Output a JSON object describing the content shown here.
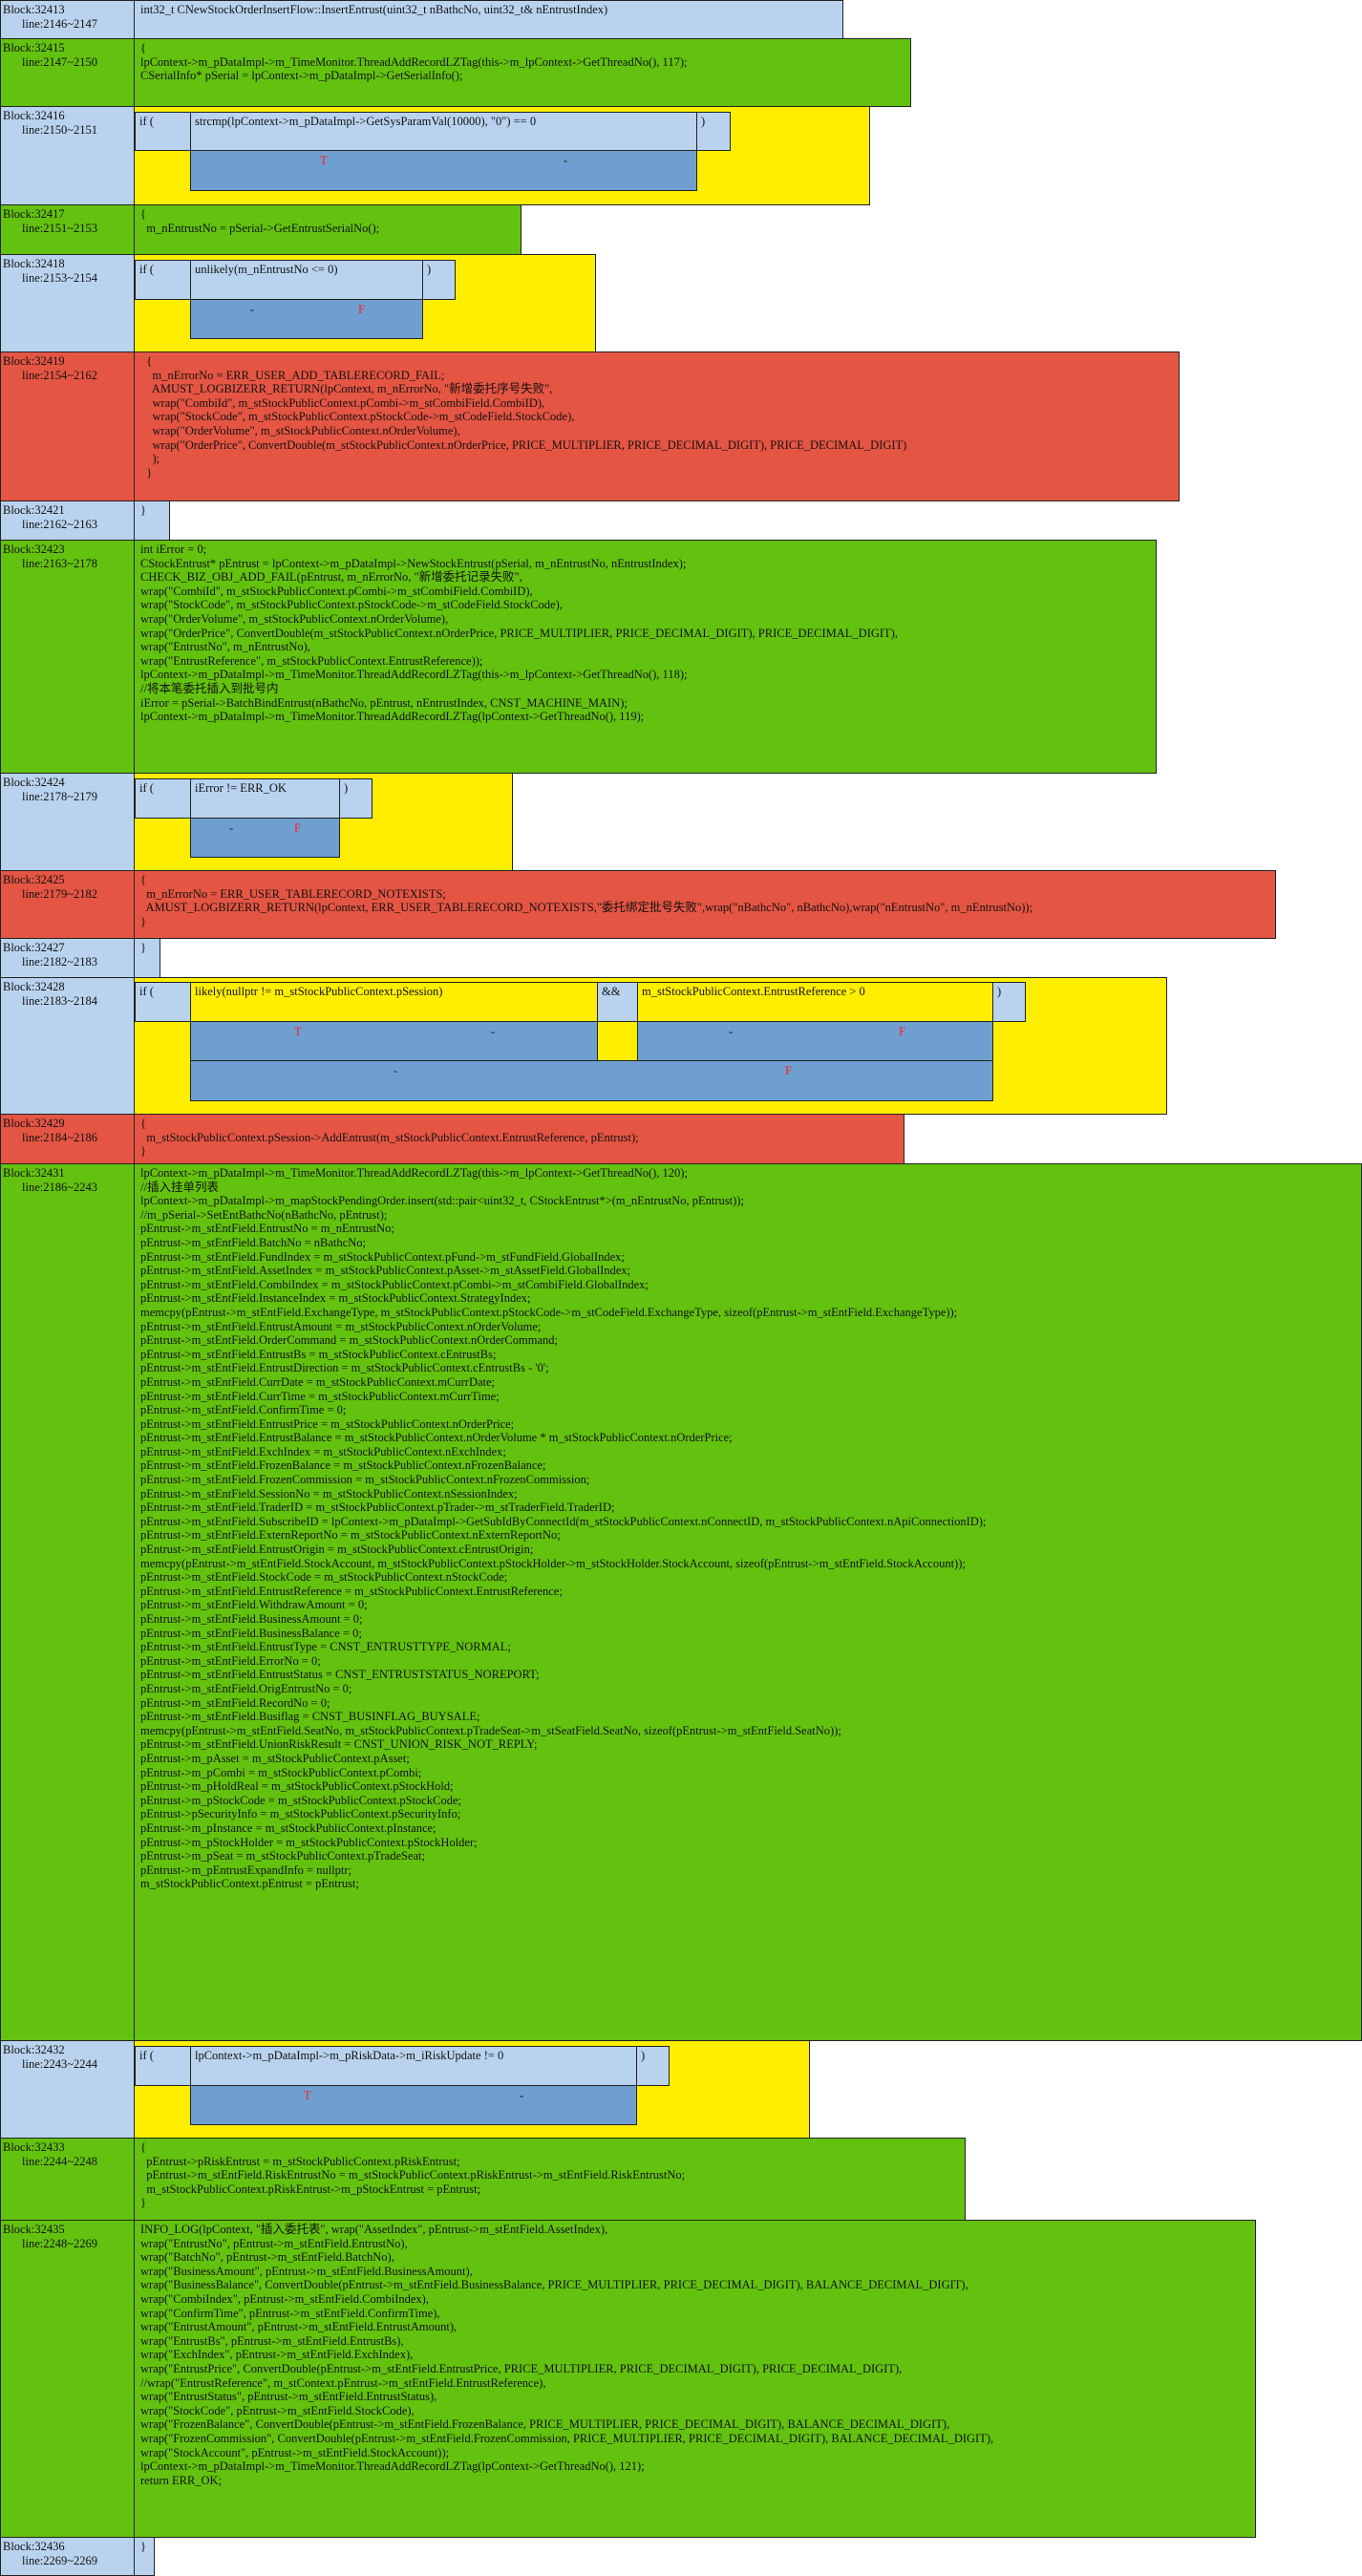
{
  "blocks": [
    {
      "id": "Block:32413",
      "lines": "line:2146~2147",
      "code": "int32_t CNewStockOrderInsertFlow::InsertEntrust(uint32_t nBathcNo, uint32_t& nEntrustIndex)"
    },
    {
      "id": "Block:32415",
      "lines": "line:2147~2150",
      "code": "{\nlpContext->m_pDataImpl->m_TimeMonitor.ThreadAddRecordLZTag(this->m_lpContext->GetThreadNo(), 117);\nCSerialInfo* pSerial = lpContext->m_pDataImpl->GetSerialInfo();"
    },
    {
      "id": "Block:32416",
      "lines": "line:2150~2151",
      "cond": "strcmp(lpContext->m_pDataImpl->GetSysParamVal(10000), \"0\") == 0",
      "t": "T",
      "f": "-"
    },
    {
      "id": "Block:32417",
      "lines": "line:2151~2153",
      "code": "{\n  m_nEntrustNo = pSerial->GetEntrustSerialNo();"
    },
    {
      "id": "Block:32418",
      "lines": "line:2153~2154",
      "cond": "unlikely(m_nEntrustNo <= 0)",
      "t": "-",
      "f": "F"
    },
    {
      "id": "Block:32419",
      "lines": "line:2154~2162",
      "code": "  {\n    m_nErrorNo = ERR_USER_ADD_TABLERECORD_FAIL;\n    AMUST_LOGBIZERR_RETURN(lpContext, m_nErrorNo, \"新增委托序号失败\",\n    wrap(\"CombiId\", m_stStockPublicContext.pCombi->m_stCombiField.CombiID),\n    wrap(\"StockCode\", m_stStockPublicContext.pStockCode->m_stCodeField.StockCode),\n    wrap(\"OrderVolume\", m_stStockPublicContext.nOrderVolume),\n    wrap(\"OrderPrice\", ConvertDouble(m_stStockPublicContext.nOrderPrice, PRICE_MULTIPLIER, PRICE_DECIMAL_DIGIT), PRICE_DECIMAL_DIGIT)\n    );\n  }"
    },
    {
      "id": "Block:32421",
      "lines": "line:2162~2163",
      "code": "}"
    },
    {
      "id": "Block:32423",
      "lines": "line:2163~2178",
      "code": "int iError = 0;\nCStockEntrust* pEntrust = lpContext->m_pDataImpl->NewStockEntrust(pSerial, m_nEntrustNo, nEntrustIndex);\nCHECK_BIZ_OBJ_ADD_FAIL(pEntrust, m_nErrorNo, \"新增委托记录失败\",\nwrap(\"CombiId\", m_stStockPublicContext.pCombi->m_stCombiField.CombiID),\nwrap(\"StockCode\", m_stStockPublicContext.pStockCode->m_stCodeField.StockCode),\nwrap(\"OrderVolume\", m_stStockPublicContext.nOrderVolume),\nwrap(\"OrderPrice\", ConvertDouble(m_stStockPublicContext.nOrderPrice, PRICE_MULTIPLIER, PRICE_DECIMAL_DIGIT), PRICE_DECIMAL_DIGIT),\nwrap(\"EntrustNo\", m_nEntrustNo),\nwrap(\"EntrustReference\", m_stStockPublicContext.EntrustReference));\nlpContext->m_pDataImpl->m_TimeMonitor.ThreadAddRecordLZTag(this->m_lpContext->GetThreadNo(), 118);\n//将本笔委托插入到批号内\niError = pSerial->BatchBindEntrust(nBathcNo, pEntrust, nEntrustIndex, CNST_MACHINE_MAIN);\nlpContext->m_pDataImpl->m_TimeMonitor.ThreadAddRecordLZTag(lpContext->GetThreadNo(), 119);"
    },
    {
      "id": "Block:32424",
      "lines": "line:2178~2179",
      "cond": "iError != ERR_OK",
      "t": "-",
      "f": "F"
    },
    {
      "id": "Block:32425",
      "lines": "line:2179~2182",
      "code": "{\n  m_nErrorNo = ERR_USER_TABLERECORD_NOTEXISTS;\n  AMUST_LOGBIZERR_RETURN(lpContext, ERR_USER_TABLERECORD_NOTEXISTS,\"委托绑定批号失败\",wrap(\"nBathcNo\", nBathcNo),wrap(\"nEntrustNo\", m_nEntrustNo));\n}"
    },
    {
      "id": "Block:32427",
      "lines": "line:2182~2183",
      "code": "}"
    },
    {
      "id": "Block:32428",
      "lines": "line:2183~2184",
      "cond": "likely(nullptr != m_stStockPublicContext.pSession)",
      "op": "&&",
      "cond2": "m_stStockPublicContext.EntrustReference > 0",
      "t1": "T",
      "f1": "-",
      "t2": "-",
      "f2": "F",
      "t3": "-",
      "f3": "F"
    },
    {
      "id": "Block:32429",
      "lines": "line:2184~2186",
      "code": "{\n  m_stStockPublicContext.pSession->AddEntrust(m_stStockPublicContext.EntrustReference, pEntrust);\n}"
    },
    {
      "id": "Block:32431",
      "lines": "line:2186~2243",
      "code": "lpContext->m_pDataImpl->m_TimeMonitor.ThreadAddRecordLZTag(this->m_lpContext->GetThreadNo(), 120);\n//插入挂单列表\nlpContext->m_pDataImpl->m_mapStockPendingOrder.insert(std::pair<uint32_t, CStockEntrust*>(m_nEntrustNo, pEntrust));\n//m_pSerial->SetEntBathcNo(nBathcNo, pEntrust);\npEntrust->m_stEntField.EntrustNo = m_nEntrustNo;\npEntrust->m_stEntField.BatchNo = nBathcNo;\npEntrust->m_stEntField.FundIndex = m_stStockPublicContext.pFund->m_stFundField.GlobalIndex;\npEntrust->m_stEntField.AssetIndex = m_stStockPublicContext.pAsset->m_stAssetField.GlobalIndex;\npEntrust->m_stEntField.CombiIndex = m_stStockPublicContext.pCombi->m_stCombiField.GlobalIndex;\npEntrust->m_stEntField.InstanceIndex = m_stStockPublicContext.StrategyIndex;\nmemcpy(pEntrust->m_stEntField.ExchangeType, m_stStockPublicContext.pStockCode->m_stCodeField.ExchangeType, sizeof(pEntrust->m_stEntField.ExchangeType));\npEntrust->m_stEntField.EntrustAmount = m_stStockPublicContext.nOrderVolume;\npEntrust->m_stEntField.OrderCommand = m_stStockPublicContext.nOrderCommand;\npEntrust->m_stEntField.EntrustBs = m_stStockPublicContext.cEntrustBs;\npEntrust->m_stEntField.EntrustDirection = m_stStockPublicContext.cEntrustBs - '0';\npEntrust->m_stEntField.CurrDate = m_stStockPublicContext.mCurrDate;\npEntrust->m_stEntField.CurrTime = m_stStockPublicContext.mCurrTime;\npEntrust->m_stEntField.ConfirmTime = 0;\npEntrust->m_stEntField.EntrustPrice = m_stStockPublicContext.nOrderPrice;\npEntrust->m_stEntField.EntrustBalance = m_stStockPublicContext.nOrderVolume * m_stStockPublicContext.nOrderPrice;\npEntrust->m_stEntField.ExchIndex = m_stStockPublicContext.nExchIndex;\npEntrust->m_stEntField.FrozenBalance = m_stStockPublicContext.nFrozenBalance;\npEntrust->m_stEntField.FrozenCommission = m_stStockPublicContext.nFrozenCommission;\npEntrust->m_stEntField.SessionNo = m_stStockPublicContext.nSessionIndex;\npEntrust->m_stEntField.TraderID = m_stStockPublicContext.pTrader->m_stTraderField.TraderID;\npEntrust->m_stEntField.SubscribeID = lpContext->m_pDataImpl->GetSubIdByConnectId(m_stStockPublicContext.nConnectID, m_stStockPublicContext.nApiConnectionID);\npEntrust->m_stEntField.ExternReportNo = m_stStockPublicContext.nExternReportNo;\npEntrust->m_stEntField.EntrustOrigin = m_stStockPublicContext.cEntrustOrigin;\nmemcpy(pEntrust->m_stEntField.StockAccount, m_stStockPublicContext.pStockHolder->m_stStockHolder.StockAccount, sizeof(pEntrust->m_stEntField.StockAccount));\npEntrust->m_stEntField.StockCode = m_stStockPublicContext.nStockCode;\npEntrust->m_stEntField.EntrustReference = m_stStockPublicContext.EntrustReference;\npEntrust->m_stEntField.WithdrawAmount = 0;\npEntrust->m_stEntField.BusinessAmount = 0;\npEntrust->m_stEntField.BusinessBalance = 0;\npEntrust->m_stEntField.EntrustType = CNST_ENTRUSTTYPE_NORMAL;\npEntrust->m_stEntField.ErrorNo = 0;\npEntrust->m_stEntField.EntrustStatus = CNST_ENTRUSTSTATUS_NOREPORT;\npEntrust->m_stEntField.OrigEntrustNo = 0;\npEntrust->m_stEntField.RecordNo = 0;\npEntrust->m_stEntField.Busiflag = CNST_BUSINFLAG_BUYSALE;\nmemcpy(pEntrust->m_stEntField.SeatNo, m_stStockPublicContext.pTradeSeat->m_stSeatField.SeatNo, sizeof(pEntrust->m_stEntField.SeatNo));\npEntrust->m_stEntField.UnionRiskResult = CNST_UNION_RISK_NOT_REPLY;\npEntrust->m_pAsset = m_stStockPublicContext.pAsset;\npEntrust->m_pCombi = m_stStockPublicContext.pCombi;\npEntrust->m_pHoldReal = m_stStockPublicContext.pStockHold;\npEntrust->m_pStockCode = m_stStockPublicContext.pStockCode;\npEntrust->pSecurityInfo = m_stStockPublicContext.pSecurityInfo;\npEntrust->m_pInstance = m_stStockPublicContext.pInstance;\npEntrust->m_pStockHolder = m_stStockPublicContext.pStockHolder;\npEntrust->m_pSeat = m_stStockPublicContext.pTradeSeat;\npEntrust->m_pEntrustExpandInfo = nullptr;\nm_stStockPublicContext.pEntrust = pEntrust;"
    },
    {
      "id": "Block:32432",
      "lines": "line:2243~2244",
      "cond": "lpContext->m_pDataImpl->m_pRiskData->m_iRiskUpdate != 0",
      "t": "T",
      "f": "-"
    },
    {
      "id": "Block:32433",
      "lines": "line:2244~2248",
      "code": "{\n  pEntrust->pRiskEntrust = m_stStockPublicContext.pRiskEntrust;\n  pEntrust->m_stEntField.RiskEntrustNo = m_stStockPublicContext.pRiskEntrust->m_stEntField.RiskEntrustNo;\n  m_stStockPublicContext.pRiskEntrust->m_pStockEntrust = pEntrust;\n}"
    },
    {
      "id": "Block:32435",
      "lines": "line:2248~2269",
      "code": "INFO_LOG(lpContext, \"插入委托表\", wrap(\"AssetIndex\", pEntrust->m_stEntField.AssetIndex),\nwrap(\"EntrustNo\", pEntrust->m_stEntField.EntrustNo),\nwrap(\"BatchNo\", pEntrust->m_stEntField.BatchNo),\nwrap(\"BusinessAmount\", pEntrust->m_stEntField.BusinessAmount),\nwrap(\"BusinessBalance\", ConvertDouble(pEntrust->m_stEntField.BusinessBalance, PRICE_MULTIPLIER, PRICE_DECIMAL_DIGIT), BALANCE_DECIMAL_DIGIT),\nwrap(\"CombiIndex\", pEntrust->m_stEntField.CombiIndex),\nwrap(\"ConfirmTime\", pEntrust->m_stEntField.ConfirmTime),\nwrap(\"EntrustAmount\", pEntrust->m_stEntField.EntrustAmount),\nwrap(\"EntrustBs\", pEntrust->m_stEntField.EntrustBs),\nwrap(\"ExchIndex\", pEntrust->m_stEntField.ExchIndex),\nwrap(\"EntrustPrice\", ConvertDouble(pEntrust->m_stEntField.EntrustPrice, PRICE_MULTIPLIER, PRICE_DECIMAL_DIGIT), PRICE_DECIMAL_DIGIT),\n//wrap(\"EntrustReference\", m_stContext.pEntrust->m_stEntField.EntrustReference),\nwrap(\"EntrustStatus\", pEntrust->m_stEntField.EntrustStatus),\nwrap(\"StockCode\", pEntrust->m_stEntField.StockCode),\nwrap(\"FrozenBalance\", ConvertDouble(pEntrust->m_stEntField.FrozenBalance, PRICE_MULTIPLIER, PRICE_DECIMAL_DIGIT), BALANCE_DECIMAL_DIGIT),\nwrap(\"FrozenCommission\", ConvertDouble(pEntrust->m_stEntField.FrozenCommission, PRICE_MULTIPLIER, PRICE_DECIMAL_DIGIT), BALANCE_DECIMAL_DIGIT),\nwrap(\"StockAccount\", pEntrust->m_stEntField.StockAccount));\nlpContext->m_pDataImpl->m_TimeMonitor.ThreadAddRecordLZTag(lpContext->GetThreadNo(), 121);\nreturn ERR_OK;"
    },
    {
      "id": "Block:32436",
      "lines": "line:2269~2269",
      "code": "}"
    }
  ],
  "colors": {
    "label": "#b9d3ee",
    "code": "#63c20f",
    "error": "#e55543",
    "branch": "#ffee00",
    "bar": "#6f9fd0",
    "false_mark": "#ff1a1a"
  },
  "if_keyword": "if (",
  "if_close": ")"
}
